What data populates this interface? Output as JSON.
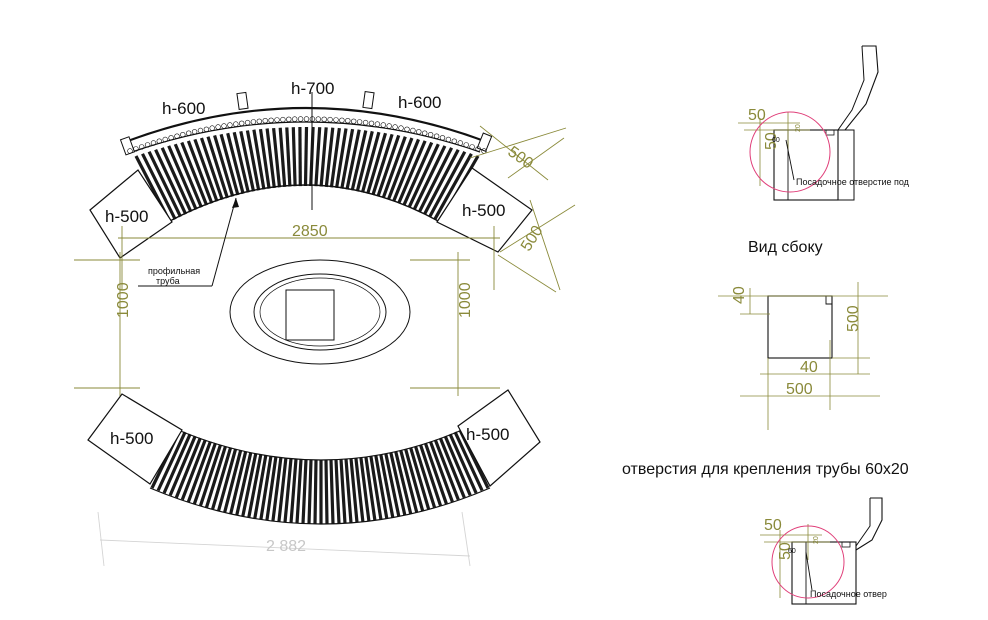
{
  "colors": {
    "dimension": "#8a8a3a",
    "lines": "#111111",
    "slats": "#1a1a1a",
    "circle": "#e0407a",
    "faint": "#c7c7c7"
  },
  "top_bench": {
    "heights": {
      "left": "h-600",
      "center": "h-700",
      "right": "h-600"
    },
    "end_left": "h-500",
    "end_right": "h-500",
    "dim_right_1": "500",
    "dim_right_2": "500"
  },
  "bottom_bench": {
    "end_left": "h-500",
    "end_right": "h-500"
  },
  "dimensions": {
    "width": "2850",
    "left_depth": "1000",
    "right_depth": "1000",
    "overall_faint": "2 882"
  },
  "callout": {
    "line1": "профильная",
    "line2": "труба"
  },
  "details": {
    "side_view_title": "Вид сбоку",
    "mount_holes_title": "отверстия для крепления трубы 60x20",
    "top_detail": {
      "dim_h": "50",
      "dim_v": "50",
      "small_h": "60",
      "small_v": "20",
      "note": "Посадочное отверстие под"
    },
    "side_view": {
      "dim_top": "40",
      "dim_right": "500",
      "dim_bottom_inner": "40",
      "dim_bottom": "500"
    },
    "bottom_detail": {
      "dim_h": "50",
      "dim_v": "50",
      "small_h": "60",
      "small_v": "20",
      "note": "Посадочное отвер"
    }
  }
}
